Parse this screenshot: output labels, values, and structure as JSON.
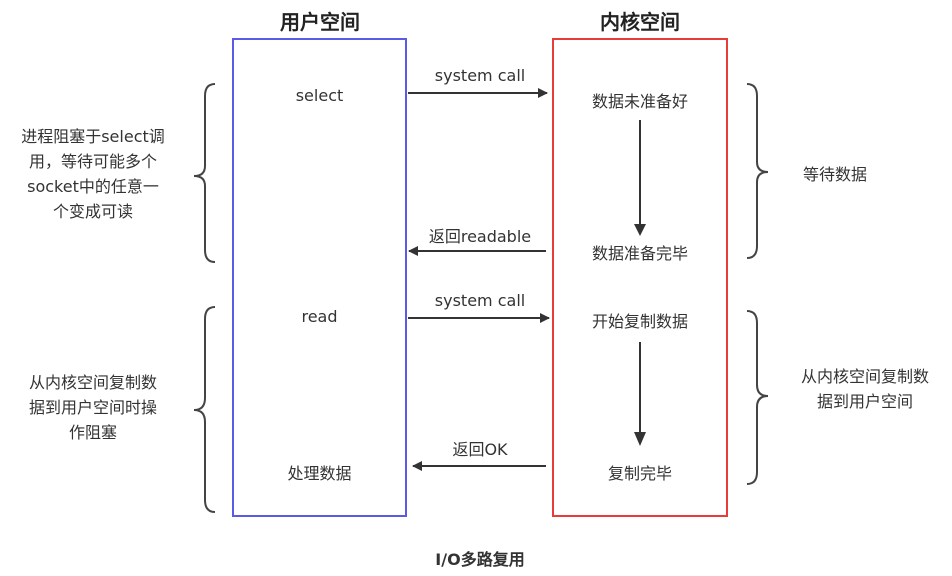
{
  "diagram": {
    "caption": "I/O多路复用",
    "user_space": {
      "title": "用户空间",
      "border_color": "#5a5ae6",
      "items": [
        "select",
        "read",
        "处理数据"
      ]
    },
    "kernel_space": {
      "title": "内核空间",
      "border_color": "#e83c3c",
      "items": [
        "数据未准备好",
        "数据准备完毕",
        "开始复制数据",
        "复制完毕"
      ]
    },
    "arrows": [
      {
        "label": "system call",
        "direction": "user-to-kernel",
        "from": "select",
        "to": "数据未准备好"
      },
      {
        "label": "返回readable",
        "direction": "kernel-to-user",
        "from": "数据准备完毕",
        "to": "select"
      },
      {
        "label": "system call",
        "direction": "user-to-kernel",
        "from": "read",
        "to": "开始复制数据"
      },
      {
        "label": "返回OK",
        "direction": "kernel-to-user",
        "from": "复制完毕",
        "to": "处理数据"
      }
    ],
    "kernel_transitions": [
      {
        "from": "数据未准备好",
        "to": "数据准备完毕"
      },
      {
        "from": "开始复制数据",
        "to": "复制完毕"
      }
    ],
    "left_annotations": [
      {
        "lines": [
          "进程阻塞于select调",
          "用，等待可能多个",
          "socket中的任意一",
          "个变成可读"
        ]
      },
      {
        "lines": [
          "从内核空间复制数",
          "据到用户空间时操",
          "作阻塞"
        ]
      }
    ],
    "right_annotations": [
      {
        "lines": [
          "等待数据"
        ]
      },
      {
        "lines": [
          "从内核空间复制数",
          "据到用户空间"
        ]
      }
    ],
    "line_color": "#333333"
  }
}
